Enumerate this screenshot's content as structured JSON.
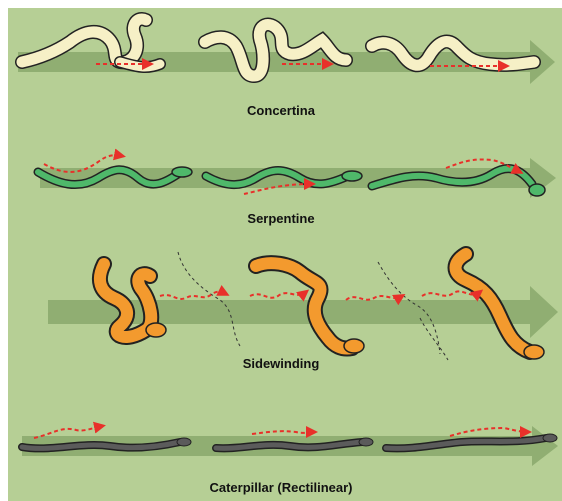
{
  "colors": {
    "background": "#b6cf95",
    "arrow": "#8aa86c",
    "concertina": "#f6f0c6",
    "serpentine": "#4fb86a",
    "sidewinding": "#f39a2e",
    "caterpillar": "#5b5b5b",
    "motion_arrow": "#e8302a",
    "outline": "#222222"
  },
  "sections": [
    {
      "id": "concertina",
      "label": "Concertina"
    },
    {
      "id": "serpentine",
      "label": "Serpentine"
    },
    {
      "id": "sidewinding",
      "label": "Sidewinding"
    },
    {
      "id": "caterpillar",
      "label": "Caterpillar (Rectilinear)"
    }
  ]
}
